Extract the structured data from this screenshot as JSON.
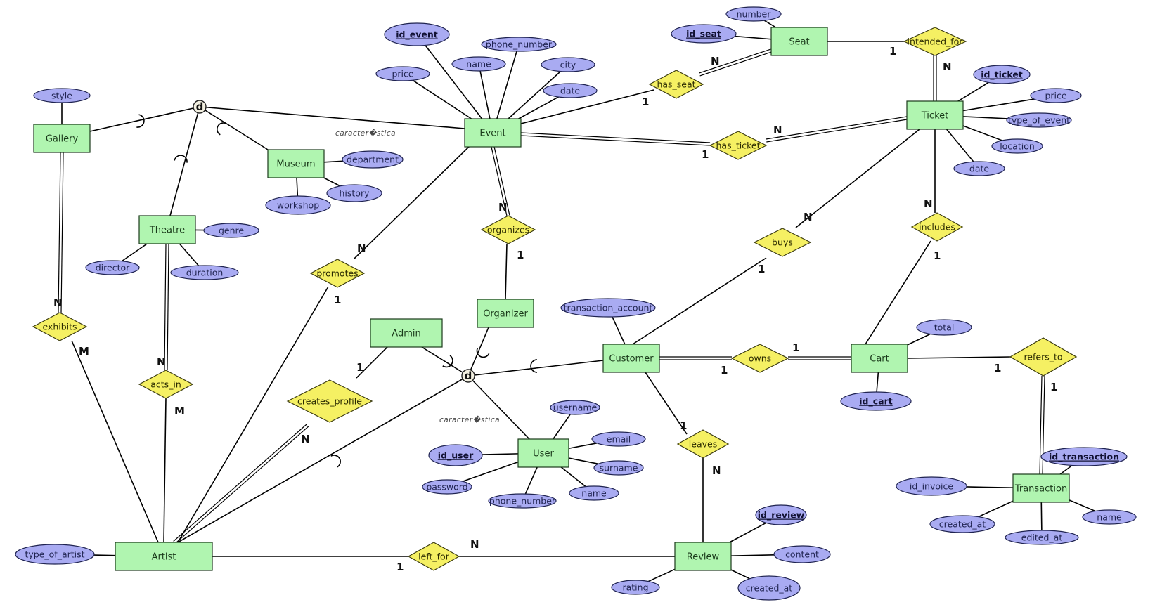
{
  "diagram": {
    "type": "entity-relationship",
    "entities": [
      {
        "id": "gallery",
        "label": "Gallery"
      },
      {
        "id": "museum",
        "label": "Museum"
      },
      {
        "id": "theatre",
        "label": "Theatre"
      },
      {
        "id": "event",
        "label": "Event"
      },
      {
        "id": "seat",
        "label": "Seat"
      },
      {
        "id": "ticket",
        "label": "Ticket"
      },
      {
        "id": "organizer",
        "label": "Organizer"
      },
      {
        "id": "admin",
        "label": "Admin"
      },
      {
        "id": "customer",
        "label": "Customer"
      },
      {
        "id": "cart",
        "label": "Cart"
      },
      {
        "id": "user",
        "label": "User"
      },
      {
        "id": "artist",
        "label": "Artist"
      },
      {
        "id": "review",
        "label": "Review"
      },
      {
        "id": "transaction",
        "label": "Transaction"
      }
    ],
    "attributes": [
      {
        "id": "a_style",
        "label": "style",
        "owner": "gallery",
        "key": false
      },
      {
        "id": "a_museum_department",
        "label": "department",
        "owner": "museum",
        "key": false
      },
      {
        "id": "a_museum_history",
        "label": "history",
        "owner": "museum",
        "key": false
      },
      {
        "id": "a_museum_workshop",
        "label": "workshop",
        "owner": "museum",
        "key": false
      },
      {
        "id": "a_theatre_genre",
        "label": "genre",
        "owner": "theatre",
        "key": false
      },
      {
        "id": "a_theatre_director",
        "label": "director",
        "owner": "theatre",
        "key": false
      },
      {
        "id": "a_theatre_duration",
        "label": "duration",
        "owner": "theatre",
        "key": false
      },
      {
        "id": "a_event_id",
        "label": "id_event",
        "owner": "event",
        "key": true
      },
      {
        "id": "a_event_price",
        "label": "price",
        "owner": "event",
        "key": false
      },
      {
        "id": "a_event_name",
        "label": "name",
        "owner": "event",
        "key": false
      },
      {
        "id": "a_event_phone",
        "label": "phone_number",
        "owner": "event",
        "key": false
      },
      {
        "id": "a_event_city",
        "label": "city",
        "owner": "event",
        "key": false
      },
      {
        "id": "a_event_date",
        "label": "date",
        "owner": "event",
        "key": false
      },
      {
        "id": "a_seat_number",
        "label": "number",
        "owner": "seat",
        "key": false
      },
      {
        "id": "a_seat_id",
        "label": "id_seat",
        "owner": "seat",
        "key": true
      },
      {
        "id": "a_ticket_id",
        "label": "id_ticket",
        "owner": "ticket",
        "key": true
      },
      {
        "id": "a_ticket_price",
        "label": "price",
        "owner": "ticket",
        "key": false
      },
      {
        "id": "a_ticket_type",
        "label": "type_of_event",
        "owner": "ticket",
        "key": false
      },
      {
        "id": "a_ticket_location",
        "label": "location",
        "owner": "ticket",
        "key": false
      },
      {
        "id": "a_ticket_date",
        "label": "date",
        "owner": "ticket",
        "key": false
      },
      {
        "id": "a_customer_account",
        "label": "transaction_account",
        "owner": "customer",
        "key": false
      },
      {
        "id": "a_cart_total",
        "label": "total",
        "owner": "cart",
        "key": false
      },
      {
        "id": "a_cart_id",
        "label": "id_cart",
        "owner": "cart",
        "key": true
      },
      {
        "id": "a_user_username",
        "label": "username",
        "owner": "user",
        "key": false
      },
      {
        "id": "a_user_email",
        "label": "email",
        "owner": "user",
        "key": false
      },
      {
        "id": "a_user_id",
        "label": "id_user",
        "owner": "user",
        "key": true
      },
      {
        "id": "a_user_surname",
        "label": "surname",
        "owner": "user",
        "key": false
      },
      {
        "id": "a_user_password",
        "label": "password",
        "owner": "user",
        "key": false
      },
      {
        "id": "a_user_phone",
        "label": "phone_number",
        "owner": "user",
        "key": false
      },
      {
        "id": "a_user_name",
        "label": "name",
        "owner": "user",
        "key": false
      },
      {
        "id": "a_artist_type",
        "label": "type_of_artist",
        "owner": "artist",
        "key": false
      },
      {
        "id": "a_review_id",
        "label": "id_review",
        "owner": "review",
        "key": true
      },
      {
        "id": "a_review_content",
        "label": "content",
        "owner": "review",
        "key": false
      },
      {
        "id": "a_review_rating",
        "label": "rating",
        "owner": "review",
        "key": false
      },
      {
        "id": "a_review_created",
        "label": "created_at",
        "owner": "review",
        "key": false
      },
      {
        "id": "a_tx_id",
        "label": "id_transaction",
        "owner": "transaction",
        "key": true
      },
      {
        "id": "a_tx_invoice",
        "label": "id_invoice",
        "owner": "transaction",
        "key": false
      },
      {
        "id": "a_tx_created",
        "label": "created_at",
        "owner": "transaction",
        "key": false
      },
      {
        "id": "a_tx_edited",
        "label": "edited_at",
        "owner": "transaction",
        "key": false
      },
      {
        "id": "a_tx_name",
        "label": "name",
        "owner": "transaction",
        "key": false
      }
    ],
    "relationships": [
      {
        "id": "r_has_seat",
        "label": "has_seat",
        "links": [
          {
            "to": "event",
            "card": "1",
            "double": false
          },
          {
            "to": "seat",
            "card": "N",
            "double": true
          }
        ]
      },
      {
        "id": "r_intended_for",
        "label": "intended_for",
        "links": [
          {
            "to": "seat",
            "card": "1",
            "double": false
          },
          {
            "to": "ticket",
            "card": "N",
            "double": true
          }
        ]
      },
      {
        "id": "r_has_ticket",
        "label": "has_ticket",
        "links": [
          {
            "to": "event",
            "card": "1",
            "double": true
          },
          {
            "to": "ticket",
            "card": "N",
            "double": true
          }
        ]
      },
      {
        "id": "r_organizes",
        "label": "organizes",
        "links": [
          {
            "to": "event",
            "card": "N",
            "double": true
          },
          {
            "to": "organizer",
            "card": "1",
            "double": false
          }
        ]
      },
      {
        "id": "r_promotes",
        "label": "promotes",
        "links": [
          {
            "to": "event",
            "card": "N",
            "double": false
          },
          {
            "to": "artist",
            "card": "1",
            "double": false
          }
        ]
      },
      {
        "id": "r_buys",
        "label": "buys",
        "links": [
          {
            "to": "ticket",
            "card": "N",
            "double": false
          },
          {
            "to": "customer",
            "card": "1",
            "double": false
          }
        ]
      },
      {
        "id": "r_includes",
        "label": "includes",
        "links": [
          {
            "to": "ticket",
            "card": "N",
            "double": false
          },
          {
            "to": "cart",
            "card": "1",
            "double": false
          }
        ]
      },
      {
        "id": "r_owns",
        "label": "owns",
        "links": [
          {
            "to": "customer",
            "card": "1",
            "double": true
          },
          {
            "to": "cart",
            "card": "1",
            "double": true
          }
        ]
      },
      {
        "id": "r_refers_to",
        "label": "refers_to",
        "links": [
          {
            "to": "cart",
            "card": "1",
            "double": false
          },
          {
            "to": "transaction",
            "card": "1",
            "double": true
          }
        ]
      },
      {
        "id": "r_exhibits",
        "label": "exhibits",
        "links": [
          {
            "to": "gallery",
            "card": "N",
            "double": true
          },
          {
            "to": "artist",
            "card": "M",
            "double": false
          }
        ]
      },
      {
        "id": "r_acts_in",
        "label": "acts_in",
        "links": [
          {
            "to": "theatre",
            "card": "N",
            "double": true
          },
          {
            "to": "artist",
            "card": "M",
            "double": false
          }
        ]
      },
      {
        "id": "r_creates_profile",
        "label": "creates_profile",
        "links": [
          {
            "to": "admin",
            "card": "1",
            "double": false
          },
          {
            "to": "artist",
            "card": "N",
            "double": true
          }
        ]
      },
      {
        "id": "r_leaves",
        "label": "leaves",
        "links": [
          {
            "to": "customer",
            "card": "1",
            "double": false
          },
          {
            "to": "review",
            "card": "N",
            "double": false
          }
        ]
      },
      {
        "id": "r_left_for",
        "label": "left_for",
        "links": [
          {
            "to": "artist",
            "card": "1",
            "double": false
          },
          {
            "to": "review",
            "card": "N",
            "double": false
          }
        ]
      }
    ],
    "specializations": [
      {
        "id": "spec_event",
        "symbol": "d",
        "parent": "event",
        "children": [
          "gallery",
          "museum",
          "theatre"
        ],
        "note": "caracter�stica"
      },
      {
        "id": "spec_user",
        "symbol": "d",
        "parent": "user",
        "children": [
          "admin",
          "organizer",
          "customer",
          "artist"
        ],
        "note": "caracter�stica"
      }
    ]
  }
}
